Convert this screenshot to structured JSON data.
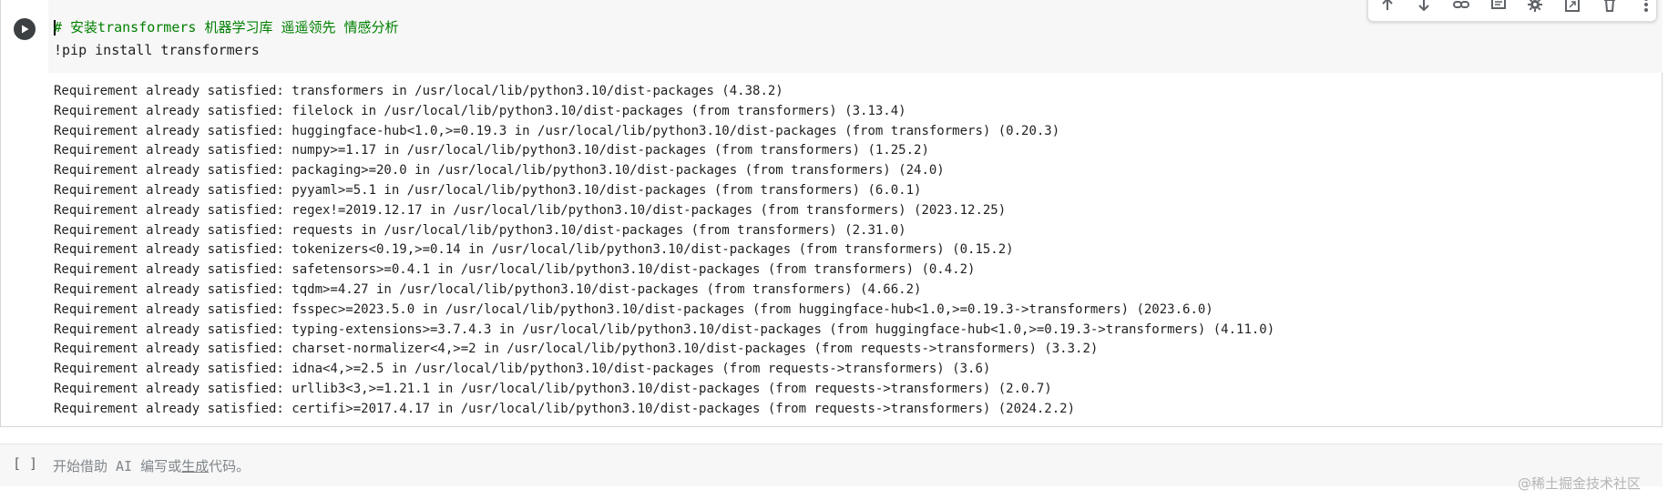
{
  "code_cell": {
    "lines": [
      "# 安装transformers 机器学习库 遥遥领先 情感分析",
      "!pip install transformers"
    ],
    "run_icon": "play-icon"
  },
  "toolbar": {
    "icons": [
      "arrow-up-icon",
      "arrow-down-icon",
      "link-icon",
      "comment-icon",
      "gear-icon",
      "mirror-cell-icon",
      "trash-icon",
      "more-vert-icon"
    ]
  },
  "output": {
    "lines": [
      "Requirement already satisfied: transformers in /usr/local/lib/python3.10/dist-packages (4.38.2)",
      "Requirement already satisfied: filelock in /usr/local/lib/python3.10/dist-packages (from transformers) (3.13.4)",
      "Requirement already satisfied: huggingface-hub<1.0,>=0.19.3 in /usr/local/lib/python3.10/dist-packages (from transformers) (0.20.3)",
      "Requirement already satisfied: numpy>=1.17 in /usr/local/lib/python3.10/dist-packages (from transformers) (1.25.2)",
      "Requirement already satisfied: packaging>=20.0 in /usr/local/lib/python3.10/dist-packages (from transformers) (24.0)",
      "Requirement already satisfied: pyyaml>=5.1 in /usr/local/lib/python3.10/dist-packages (from transformers) (6.0.1)",
      "Requirement already satisfied: regex!=2019.12.17 in /usr/local/lib/python3.10/dist-packages (from transformers) (2023.12.25)",
      "Requirement already satisfied: requests in /usr/local/lib/python3.10/dist-packages (from transformers) (2.31.0)",
      "Requirement already satisfied: tokenizers<0.19,>=0.14 in /usr/local/lib/python3.10/dist-packages (from transformers) (0.15.2)",
      "Requirement already satisfied: safetensors>=0.4.1 in /usr/local/lib/python3.10/dist-packages (from transformers) (0.4.2)",
      "Requirement already satisfied: tqdm>=4.27 in /usr/local/lib/python3.10/dist-packages (from transformers) (4.66.2)",
      "Requirement already satisfied: fsspec>=2023.5.0 in /usr/local/lib/python3.10/dist-packages (from huggingface-hub<1.0,>=0.19.3->transformers) (2023.6.0)",
      "Requirement already satisfied: typing-extensions>=3.7.4.3 in /usr/local/lib/python3.10/dist-packages (from huggingface-hub<1.0,>=0.19.3->transformers) (4.11.0)",
      "Requirement already satisfied: charset-normalizer<4,>=2 in /usr/local/lib/python3.10/dist-packages (from requests->transformers) (3.3.2)",
      "Requirement already satisfied: idna<4,>=2.5 in /usr/local/lib/python3.10/dist-packages (from requests->transformers) (3.6)",
      "Requirement already satisfied: urllib3<3,>=1.21.1 in /usr/local/lib/python3.10/dist-packages (from requests->transformers) (2.0.7)",
      "Requirement already satisfied: certifi>=2017.4.17 in /usr/local/lib/python3.10/dist-packages (from requests->transformers) (2024.2.2)"
    ]
  },
  "empty_cell": {
    "brackets": "[ ]",
    "hint_prefix": "开始借助 AI 编写或",
    "hint_link": "生成",
    "hint_suffix": "代码。"
  },
  "watermark": "@稀土掘金技术社区"
}
